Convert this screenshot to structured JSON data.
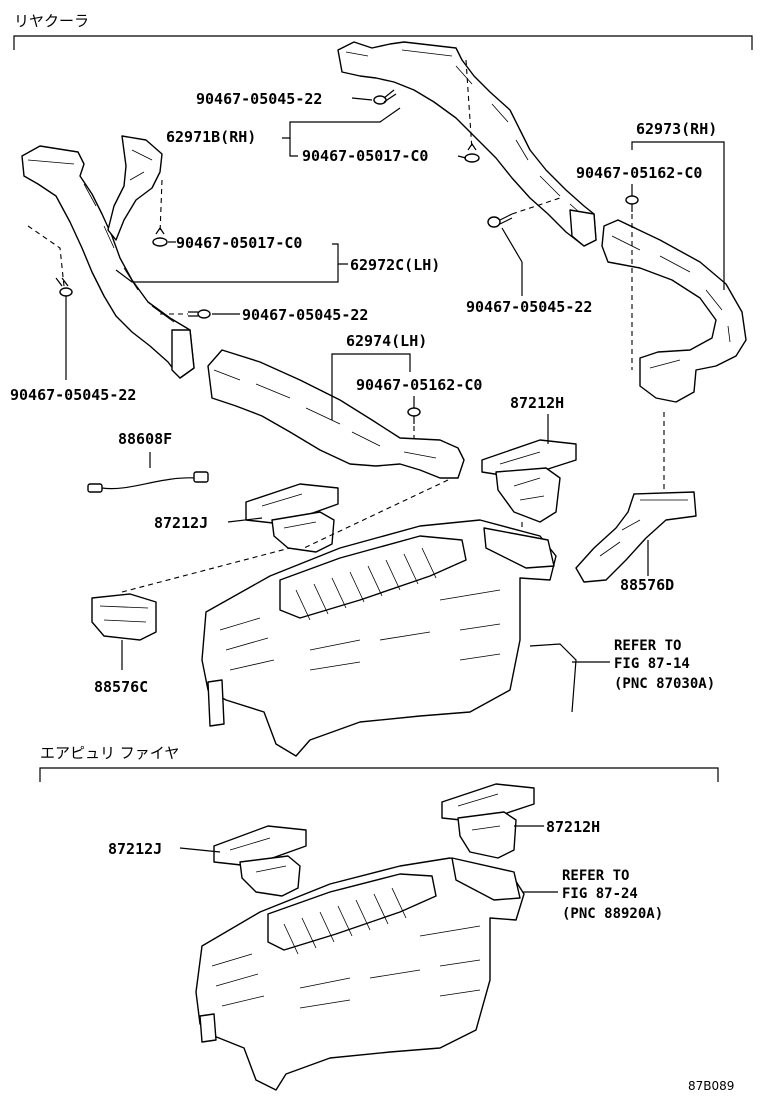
{
  "sections": [
    {
      "title": "リヤクーラ"
    },
    {
      "title": "エアピュリ ファイヤ"
    }
  ],
  "labels": {
    "p62971b": "62971B(RH)",
    "p62972c": "62972C(LH)",
    "p62973": "62973(RH)",
    "p62974": "62974(LH)",
    "p88608f": "88608F",
    "p87212j_a": "87212J",
    "p87212h_a": "87212H",
    "p88576c": "88576C",
    "p88576d": "88576D",
    "p87212j_b": "87212J",
    "p87212h_b": "87212H",
    "b_9046705045_a": "90467-05045-22",
    "b_9046705017_a": "90467-05017-C0",
    "b_9046705017_b": "90467-05017-C0",
    "b_9046705045_b": "90467-05045-22",
    "b_9046705045_c": "90467-05045-22",
    "b_9046705045_d": "90467-05045-22",
    "b_9046705162_a": "90467-05162-C0",
    "b_9046705162_b": "90467-05162-C0"
  },
  "refs": [
    {
      "line1": "REFER TO",
      "line2": "FIG 87-14",
      "line3": "(PNC 87030A)"
    },
    {
      "line1": "REFER TO",
      "line2": "FIG 87-24",
      "line3": "(PNC 88920A)"
    }
  ],
  "figure_code": "87B089"
}
